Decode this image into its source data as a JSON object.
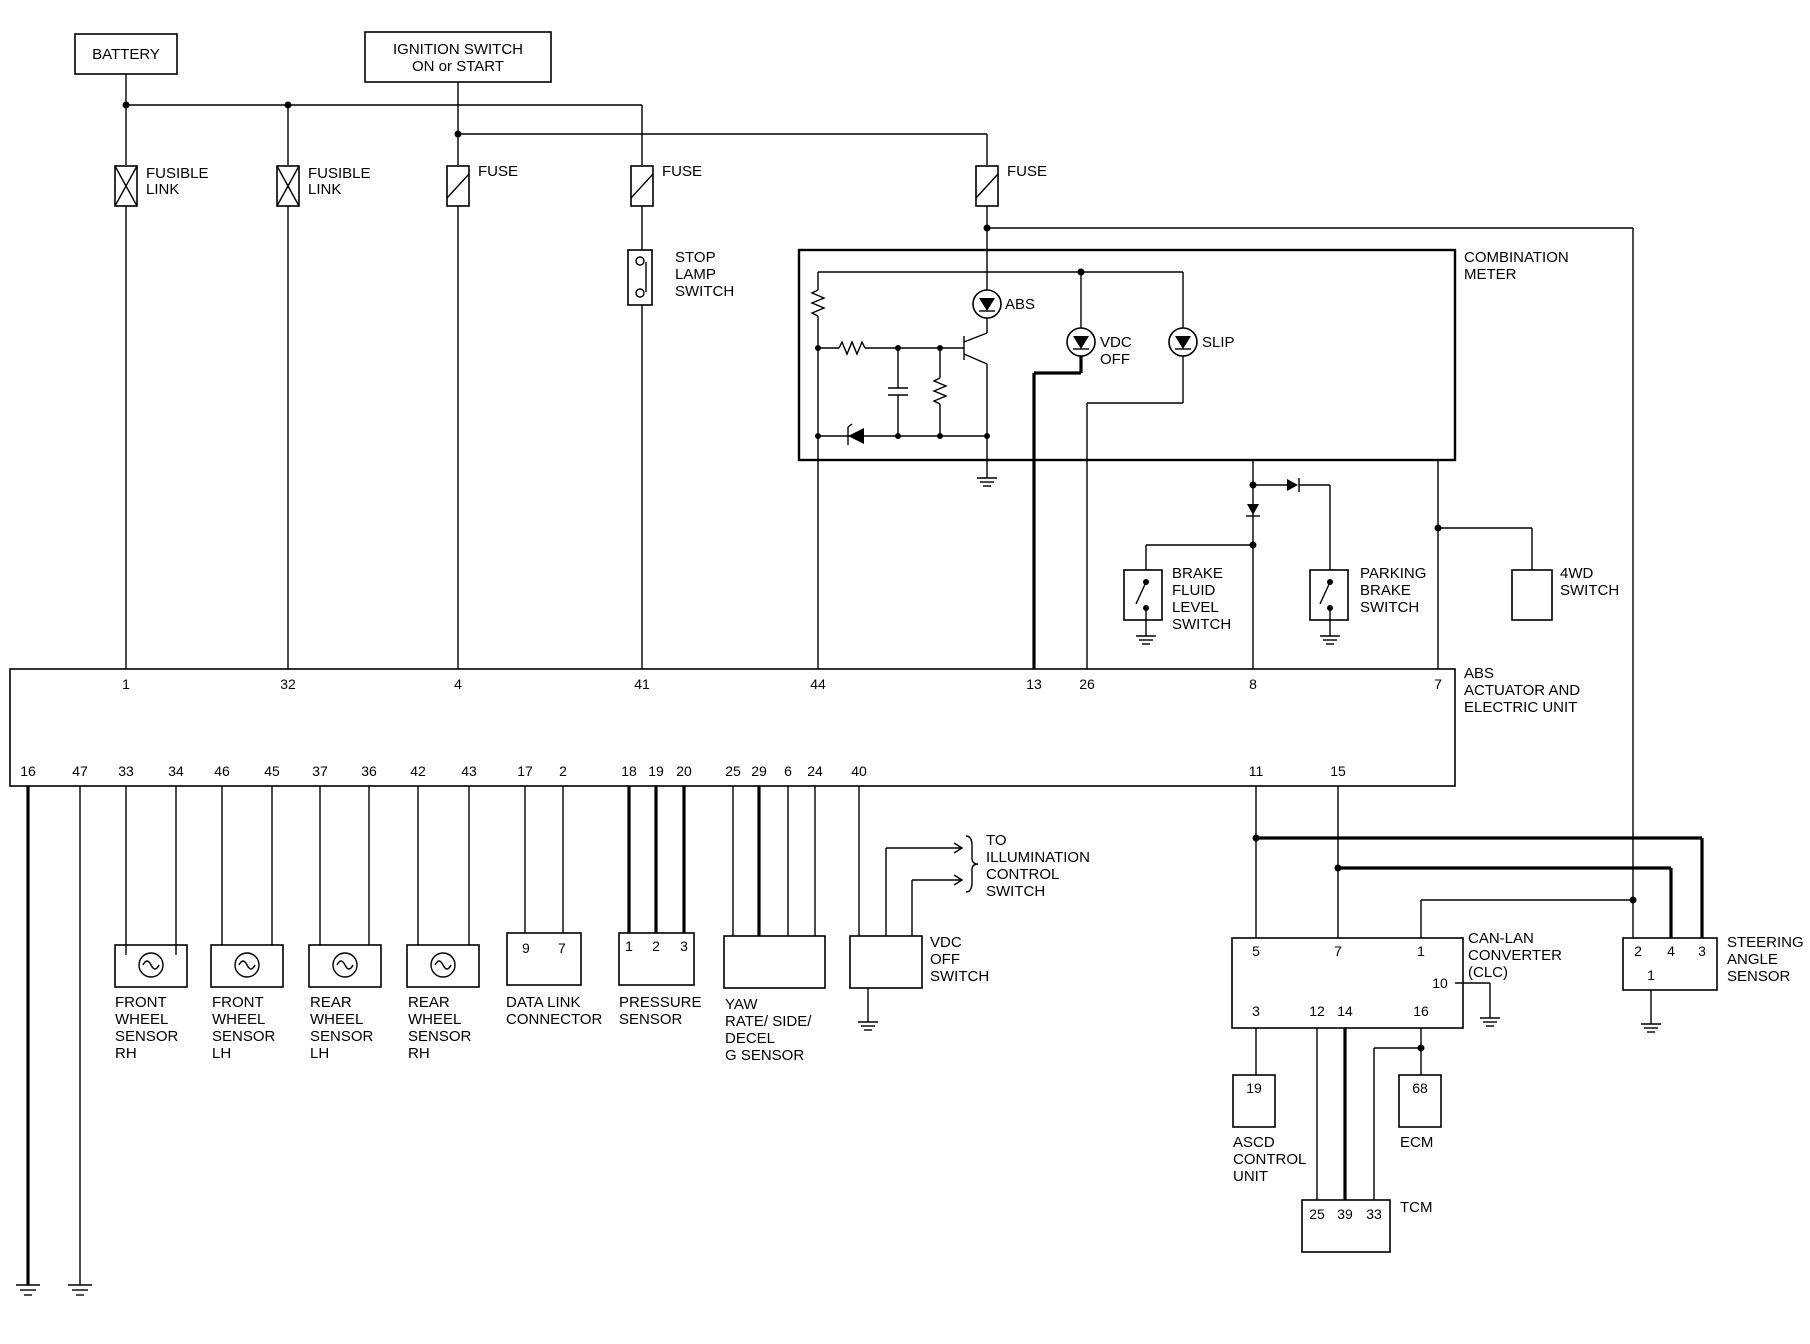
{
  "top": {
    "battery": "BATTERY",
    "ignition": [
      "IGNITION SWITCH",
      "ON or START"
    ]
  },
  "fuses": [
    {
      "label": [
        "FUSIBLE",
        "LINK"
      ]
    },
    {
      "label": [
        "FUSIBLE",
        "LINK"
      ]
    },
    {
      "label": [
        "FUSE"
      ]
    },
    {
      "label": [
        "FUSE"
      ]
    },
    {
      "label": [
        "FUSE"
      ]
    }
  ],
  "stop_lamp": [
    "STOP",
    "LAMP",
    "SWITCH"
  ],
  "meter": {
    "title": [
      "COMBINATION",
      "METER"
    ],
    "abs": "ABS",
    "vdc_off": [
      "VDC",
      "OFF"
    ],
    "slip": "SLIP"
  },
  "switches": {
    "brake_fluid": [
      "BRAKE",
      "FLUID",
      "LEVEL",
      "SWITCH"
    ],
    "parking_brake": [
      "PARKING",
      "BRAKE",
      "SWITCH"
    ],
    "fourwd": [
      "4WD",
      "SWITCH"
    ]
  },
  "unit": {
    "name": [
      "ABS",
      "ACTUATOR AND",
      "ELECTRIC UNIT"
    ],
    "top_pins": [
      "1",
      "32",
      "4",
      "41",
      "44",
      "13",
      "26",
      "8",
      "7"
    ],
    "bottom_pins": [
      "16",
      "47",
      "33",
      "34",
      "46",
      "45",
      "37",
      "36",
      "42",
      "43",
      "17",
      "2",
      "18",
      "19",
      "20",
      "25",
      "29",
      "6",
      "24",
      "40",
      "11",
      "15"
    ]
  },
  "sensors": [
    {
      "label": [
        "FRONT",
        "WHEEL",
        "SENSOR",
        "RH"
      ]
    },
    {
      "label": [
        "FRONT",
        "WHEEL",
        "SENSOR",
        "LH"
      ]
    },
    {
      "label": [
        "REAR",
        "WHEEL",
        "SENSOR",
        "LH"
      ]
    },
    {
      "label": [
        "REAR",
        "WHEEL",
        "SENSOR",
        "RH"
      ]
    }
  ],
  "data_link": {
    "label": [
      "DATA LINK",
      "CONNECTOR"
    ],
    "pins": [
      "9",
      "7"
    ]
  },
  "pressure": {
    "label": [
      "PRESSURE",
      "SENSOR"
    ],
    "pins": [
      "1",
      "2",
      "3"
    ]
  },
  "yaw": {
    "label": [
      "YAW",
      "RATE/ SIDE/",
      "DECEL",
      "G SENSOR"
    ]
  },
  "vdc_switch": {
    "label": [
      "VDC",
      "OFF",
      "SWITCH"
    ]
  },
  "illumination": [
    "TO",
    "ILLUMINATION",
    "CONTROL",
    "SWITCH"
  ],
  "clc": {
    "label": [
      "CAN-LAN",
      "CONVERTER",
      "(CLC)"
    ],
    "top_pins": [
      "5",
      "7",
      "1"
    ],
    "pin10": "10",
    "bottom_pins": [
      "3",
      "12",
      "14",
      "16"
    ]
  },
  "steering": {
    "label": [
      "STEERING",
      "ANGLE",
      "SENSOR"
    ],
    "pins": [
      "2",
      "4",
      "3",
      "1"
    ]
  },
  "ascd": {
    "pin": "19",
    "label": [
      "ASCD",
      "CONTROL",
      "UNIT"
    ]
  },
  "ecm": {
    "pin": "68",
    "label": "ECM"
  },
  "tcm": {
    "pins": [
      "25",
      "39",
      "33"
    ],
    "label": "TCM"
  }
}
